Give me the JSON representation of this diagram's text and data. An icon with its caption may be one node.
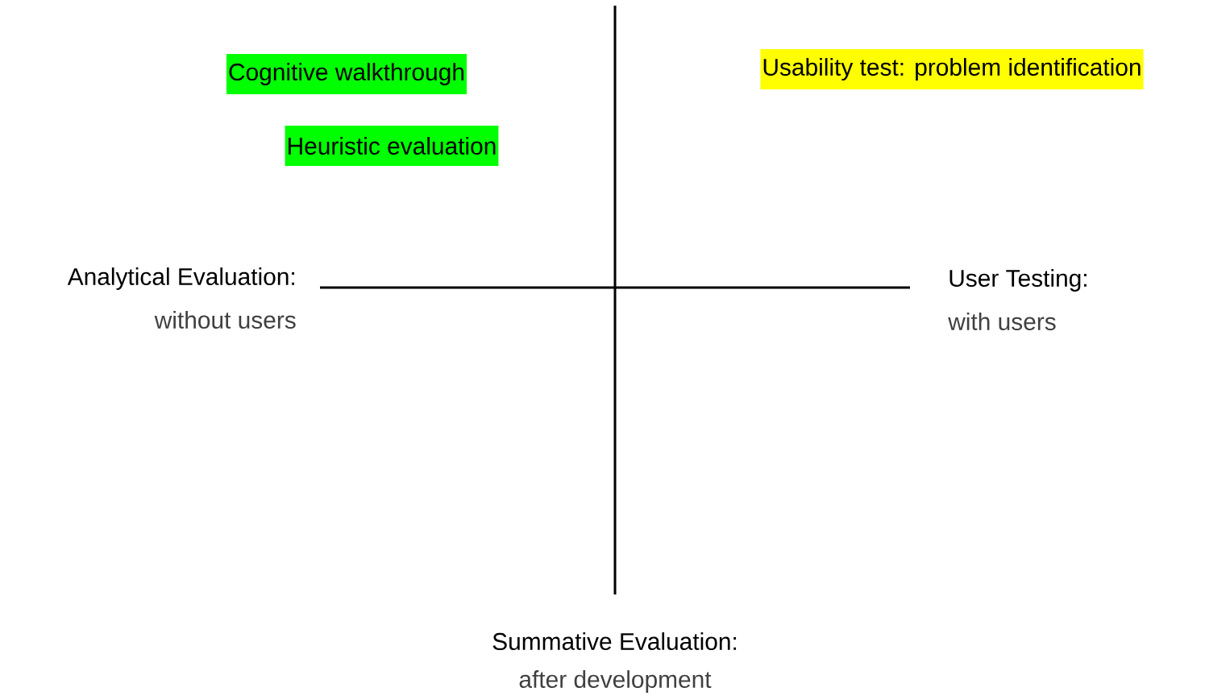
{
  "diagram": {
    "nodes": [
      {
        "text": [
          "Cognitive walkthrough"
        ]
      },
      {
        "text": [
          "Heuristic evaluation"
        ]
      },
      {
        "text": [
          "Usability test: problem identification"
        ]
      }
    ],
    "labels": [
      "Analytical Evaluation:",
      "without users",
      "User Testing:",
      "with users",
      "Summative Evaluation:",
      "after development"
    ]
  }
}
